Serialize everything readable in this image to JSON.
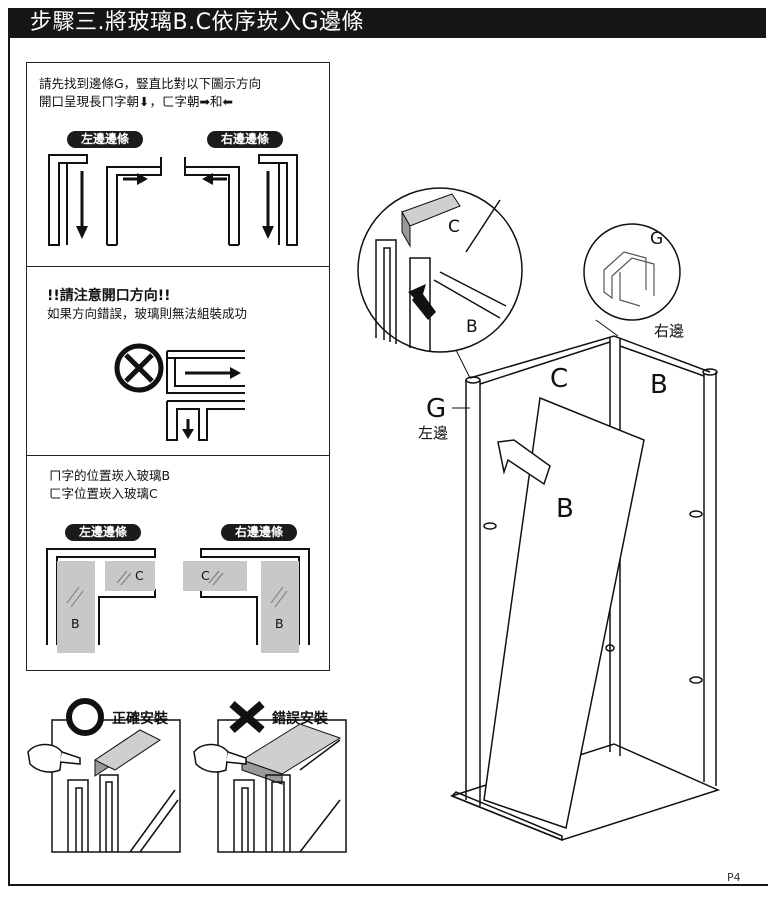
{
  "header": {
    "title": "步驟三.將玻璃B.C依序崁入G邊條"
  },
  "section1": {
    "line1": "請先找到邊條G，豎直比對以下圖示方向",
    "line2": "開口呈現長ㄇ字朝⬇，ㄈ字朝➡和⬅",
    "left_label": "左邊邊條",
    "right_label": "右邊邊條"
  },
  "section2": {
    "warning": "!!請注意開口方向!!",
    "note": "如果方向錯誤，玻璃則無法組裝成功"
  },
  "section3": {
    "line1": "ㄇ字的位置崁入玻璃B",
    "line2": "ㄈ字位置崁入玻璃C",
    "left_label": "左邊邊條",
    "right_label": "右邊邊條",
    "glass_b": "B",
    "glass_c": "C"
  },
  "bottom": {
    "correct_label": "正確安裝",
    "wrong_label": "錯誤安裝"
  },
  "diagram": {
    "zoom_c": "C",
    "zoom_b": "B",
    "corner_g": "G",
    "right_edge": "右邊",
    "label_c": "C",
    "label_b_back": "B",
    "label_g": "G",
    "left_edge": "左邊",
    "label_b_front": "B"
  },
  "footer": {
    "page": "P4"
  },
  "colors": {
    "bar": "#161616",
    "glass_fill": "#c8c8c8",
    "pill": "#1b1b1b"
  }
}
